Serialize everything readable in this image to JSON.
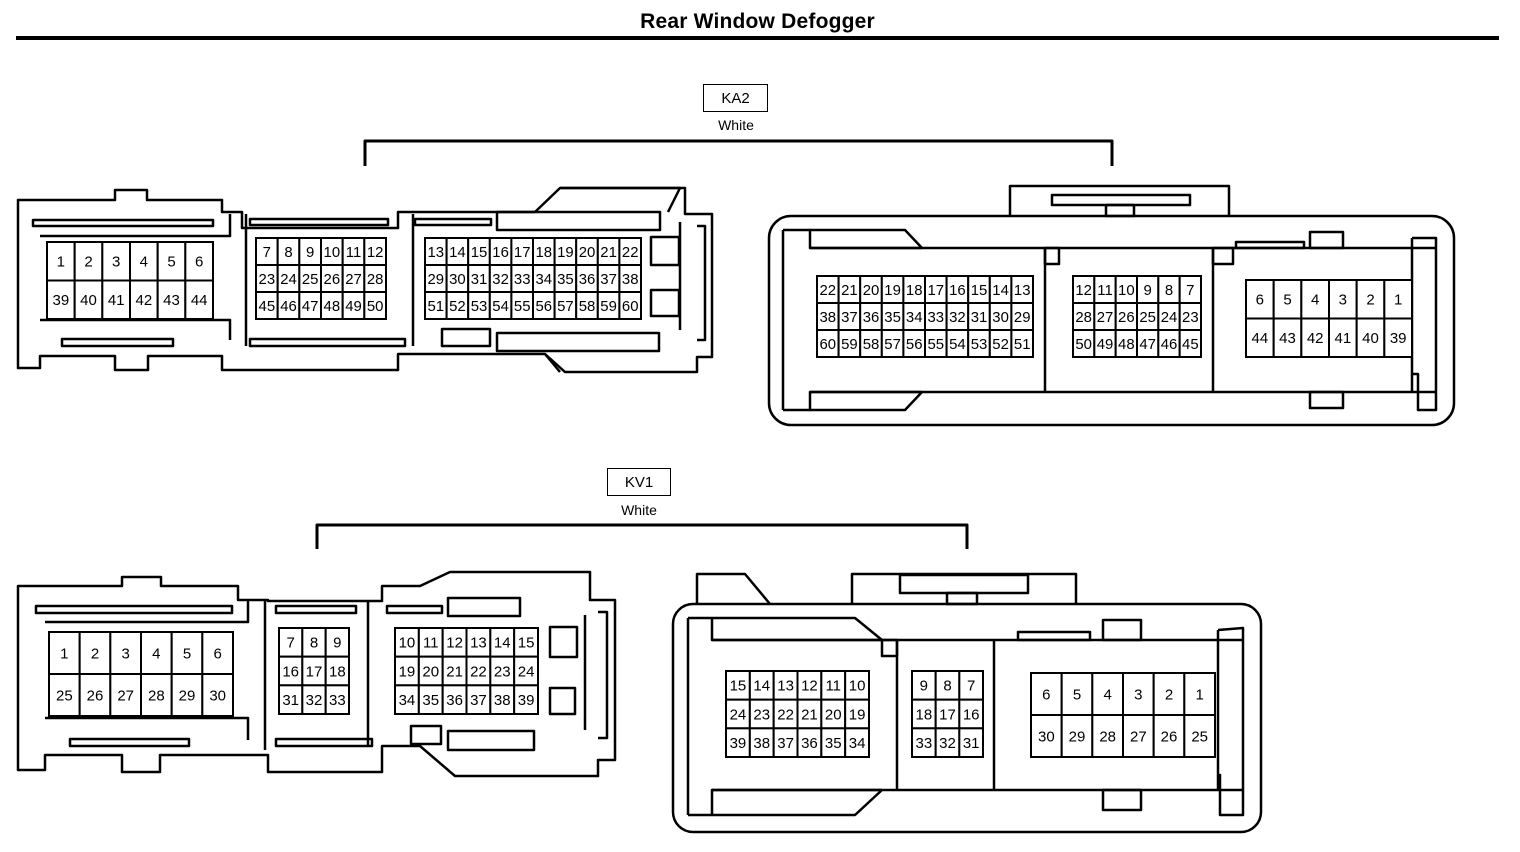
{
  "title": "Rear Window Defogger",
  "connectors": [
    {
      "id": "KA2",
      "color": "White",
      "male": {
        "blocks": [
          {
            "rows": [
              [
                "1",
                "2",
                "3",
                "4",
                "5",
                "6"
              ],
              [
                "39",
                "40",
                "41",
                "42",
                "43",
                "44"
              ]
            ]
          },
          {
            "rows": [
              [
                "7",
                "8",
                "9",
                "10",
                "11",
                "12"
              ],
              [
                "23",
                "24",
                "25",
                "26",
                "27",
                "28"
              ],
              [
                "45",
                "46",
                "47",
                "48",
                "49",
                "50"
              ]
            ]
          },
          {
            "rows": [
              [
                "13",
                "14",
                "15",
                "16",
                "17",
                "18",
                "19",
                "20",
                "21",
                "22"
              ],
              [
                "29",
                "30",
                "31",
                "32",
                "33",
                "34",
                "35",
                "36",
                "37",
                "38"
              ],
              [
                "51",
                "52",
                "53",
                "54",
                "55",
                "56",
                "57",
                "58",
                "59",
                "60"
              ]
            ]
          }
        ]
      },
      "female": {
        "blocks": [
          {
            "rows": [
              [
                "22",
                "21",
                "20",
                "19",
                "18",
                "17",
                "16",
                "15",
                "14",
                "13"
              ],
              [
                "38",
                "37",
                "36",
                "35",
                "34",
                "33",
                "32",
                "31",
                "30",
                "29"
              ],
              [
                "60",
                "59",
                "58",
                "57",
                "56",
                "55",
                "54",
                "53",
                "52",
                "51"
              ]
            ]
          },
          {
            "rows": [
              [
                "12",
                "11",
                "10",
                "9",
                "8",
                "7"
              ],
              [
                "28",
                "27",
                "26",
                "25",
                "24",
                "23"
              ],
              [
                "50",
                "49",
                "48",
                "47",
                "46",
                "45"
              ]
            ]
          },
          {
            "rows": [
              [
                "6",
                "5",
                "4",
                "3",
                "2",
                "1"
              ],
              [
                "44",
                "43",
                "42",
                "41",
                "40",
                "39"
              ]
            ]
          }
        ]
      }
    },
    {
      "id": "KV1",
      "color": "White",
      "male": {
        "blocks": [
          {
            "rows": [
              [
                "1",
                "2",
                "3",
                "4",
                "5",
                "6"
              ],
              [
                "25",
                "26",
                "27",
                "28",
                "29",
                "30"
              ]
            ]
          },
          {
            "rows": [
              [
                "7",
                "8",
                "9"
              ],
              [
                "16",
                "17",
                "18"
              ],
              [
                "31",
                "32",
                "33"
              ]
            ]
          },
          {
            "rows": [
              [
                "10",
                "11",
                "12",
                "13",
                "14",
                "15"
              ],
              [
                "19",
                "20",
                "21",
                "22",
                "23",
                "24"
              ],
              [
                "34",
                "35",
                "36",
                "37",
                "38",
                "39"
              ]
            ]
          }
        ]
      },
      "female": {
        "blocks": [
          {
            "rows": [
              [
                "15",
                "14",
                "13",
                "12",
                "11",
                "10"
              ],
              [
                "24",
                "23",
                "22",
                "21",
                "20",
                "19"
              ],
              [
                "39",
                "38",
                "37",
                "36",
                "35",
                "34"
              ]
            ]
          },
          {
            "rows": [
              [
                "9",
                "8",
                "7"
              ],
              [
                "18",
                "17",
                "16"
              ],
              [
                "33",
                "32",
                "31"
              ]
            ]
          },
          {
            "rows": [
              [
                "6",
                "5",
                "4",
                "3",
                "2",
                "1"
              ],
              [
                "30",
                "29",
                "28",
                "27",
                "26",
                "25"
              ]
            ]
          }
        ]
      }
    }
  ]
}
